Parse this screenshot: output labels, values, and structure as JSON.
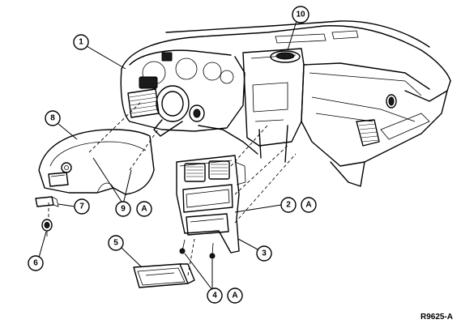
{
  "figure": {
    "id_label": "R9625-A"
  },
  "callouts": [
    {
      "key": "c1",
      "label": "1"
    },
    {
      "key": "c2",
      "label": "2"
    },
    {
      "key": "c2a",
      "label": "A"
    },
    {
      "key": "c3",
      "label": "3"
    },
    {
      "key": "c4",
      "label": "4"
    },
    {
      "key": "c4a",
      "label": "A"
    },
    {
      "key": "c5",
      "label": "5"
    },
    {
      "key": "c6",
      "label": "6"
    },
    {
      "key": "c7",
      "label": "7"
    },
    {
      "key": "c8",
      "label": "8"
    },
    {
      "key": "c9",
      "label": "9"
    },
    {
      "key": "c9a",
      "label": "A"
    },
    {
      "key": "c10",
      "label": "10"
    }
  ]
}
